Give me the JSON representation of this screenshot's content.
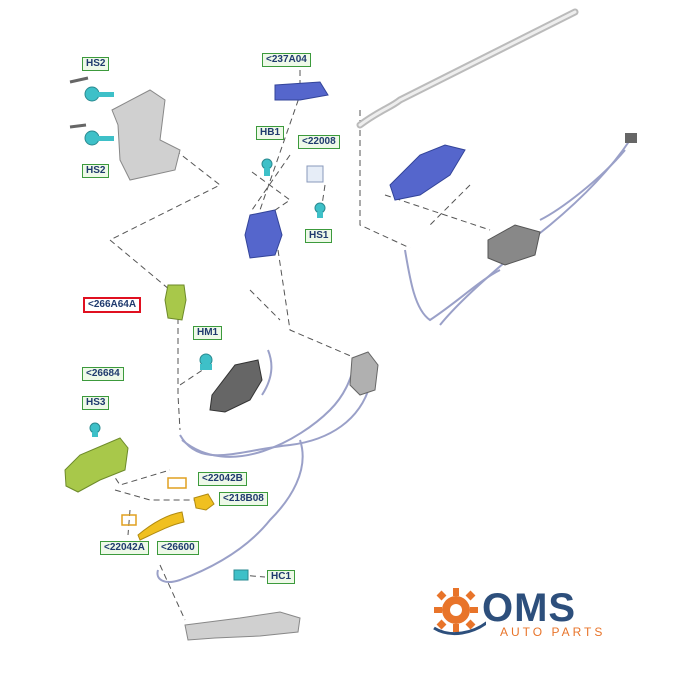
{
  "labels": {
    "hs2_top": "HS2",
    "hs2_bottom": "HS2",
    "p237a04": "<237A04",
    "hb1": "HB1",
    "p22008": "<22008",
    "hs1": "HS1",
    "p266a64a": "<266A64A",
    "hm1": "HM1",
    "p26684": "<26684",
    "hs3": "HS3",
    "p22042b": "<22042B",
    "p218b08": "<218B08",
    "p22042a": "<22042A",
    "p26600": "<26600",
    "hc1": "HC1"
  },
  "logo": {
    "main": "OMS",
    "sub": "AUTO PARTS"
  },
  "colors": {
    "part_blue": "#5566cc",
    "fastener_cyan": "#3ec0c8",
    "handle_yellow": "#f0c020",
    "bracket_green": "#a8c84a",
    "highlight_red": "#e01020",
    "label_green": "#3c9a3c",
    "logo_blue": "#2d4f7c",
    "logo_orange": "#e8742a"
  }
}
